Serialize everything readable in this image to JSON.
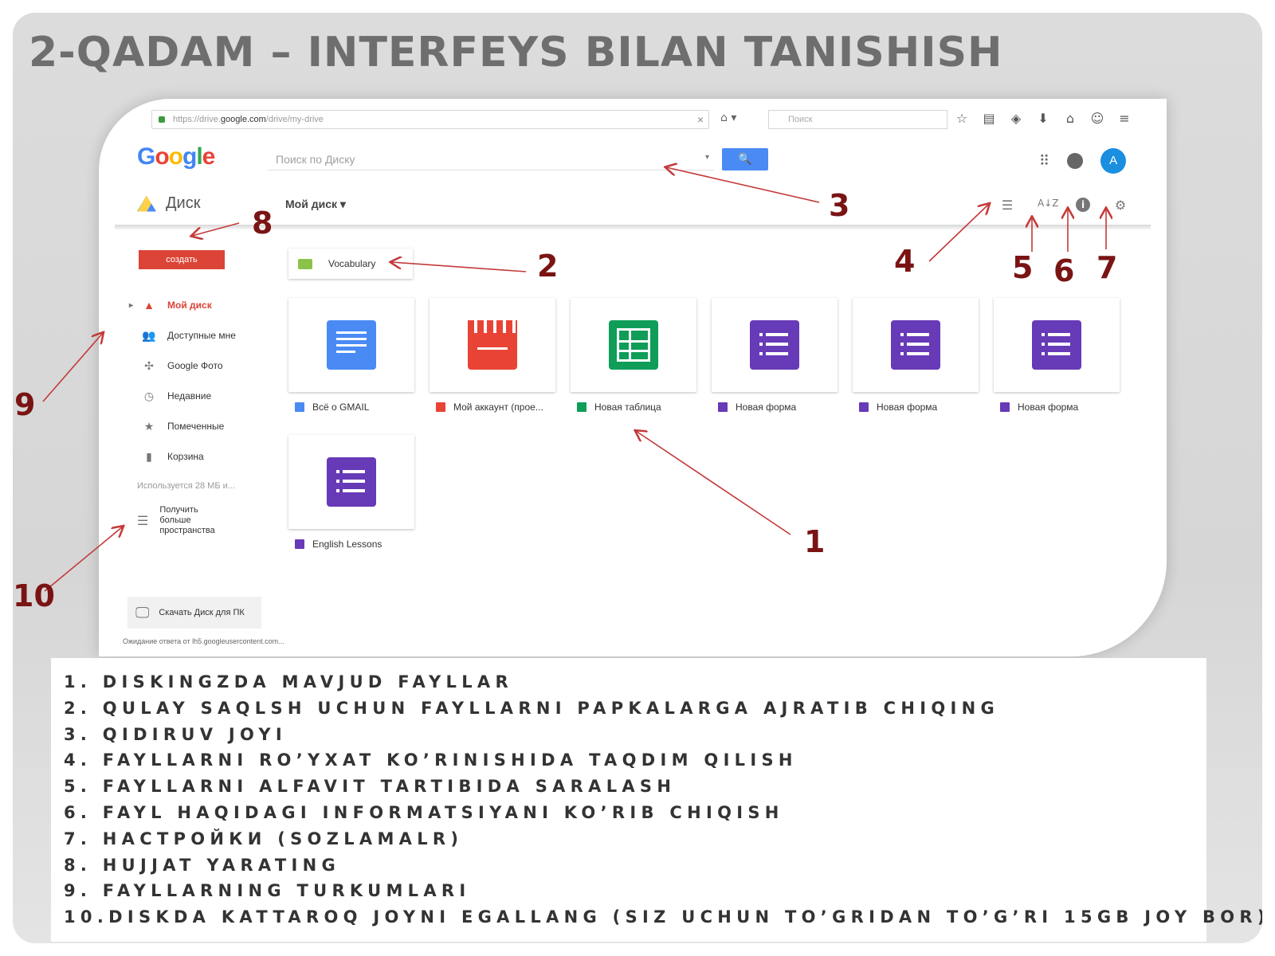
{
  "slide_title": "2-QADAM – INTERFEYS BILAN TANISHISH",
  "browser": {
    "url_prefix": "https://drive.",
    "url_domain": "google.com",
    "url_path": "/drive/my-drive",
    "close_glyph": "×",
    "search_placeholder": "Поиск"
  },
  "google": {
    "logo_letters": [
      {
        "ch": "G",
        "color": "#4285f4"
      },
      {
        "ch": "o",
        "color": "#ea4335"
      },
      {
        "ch": "o",
        "color": "#fbbc05"
      },
      {
        "ch": "g",
        "color": "#4285f4"
      },
      {
        "ch": "l",
        "color": "#34a853"
      },
      {
        "ch": "e",
        "color": "#ea4335"
      }
    ],
    "search_placeholder": "Поиск по Диску",
    "avatar_letter": "A"
  },
  "drive": {
    "name": "Диск",
    "my_drive_menu": "Мой диск ▾",
    "create_button": "СОЗДАТЬ",
    "sidebar": [
      {
        "label": "Мой диск",
        "icon": "drive-icon",
        "glyph": "▲",
        "active": true
      },
      {
        "label": "Доступные мне",
        "icon": "people-icon",
        "glyph": "👥",
        "active": false
      },
      {
        "label": "Google Фото",
        "icon": "photos-icon",
        "glyph": "✣",
        "active": false
      },
      {
        "label": "Недавние",
        "icon": "clock-icon",
        "glyph": "◷",
        "active": false
      },
      {
        "label": "Помеченные",
        "icon": "star-icon",
        "glyph": "★",
        "active": false
      },
      {
        "label": "Корзина",
        "icon": "trash-icon",
        "glyph": "▮",
        "active": false
      }
    ],
    "storage_text": "Используется 28 МБ и...",
    "more_space_text": "Получить больше пространства",
    "download_text": "Скачать Диск для ПК",
    "status_text": "Ожидание ответа от lh5.googleusercontent.com...",
    "folder_name": "Vocabulary",
    "files": [
      {
        "name": "Всё о GMAIL",
        "type": "docs"
      },
      {
        "name": "Мой аккаунт (прое...",
        "type": "slides"
      },
      {
        "name": "Новая таблица",
        "type": "sheets"
      },
      {
        "name": "Новая форма",
        "type": "forms"
      },
      {
        "name": "Новая форма",
        "type": "forms"
      },
      {
        "name": "Новая форма",
        "type": "forms"
      },
      {
        "name": "English Lessons",
        "type": "forms"
      }
    ],
    "type_colors": {
      "docs": "#4a8af4",
      "slides": "#e84335",
      "sheets": "#0f9d58",
      "forms": "#673ab7"
    }
  },
  "callouts": [
    "1",
    "2",
    "3",
    "4",
    "5",
    "6",
    "7",
    "8",
    "9",
    "10"
  ],
  "legend": [
    "1. DISKINGZDA MAVJUD FAYLLAR",
    "2. QULAY SAQLSH UCHUN FAYLLARNI PAPKALARGA AJRATIB CHIQING",
    "3. QIDIRUV JOYI",
    "4. FAYLLARNI RO’YXAT KO’RINISHIDA TAQDIM QILISH",
    "5. FAYLLARNI ALFAVIT TARTIBIDA SARALASH",
    "6. FAYL HAQIDAGI INFORMATSIYANI KO’RIB CHIQISH",
    "7. НАСТРОЙКИ (SOZLAMALR)",
    "8. HUJJAT YARATING",
    "9. FAYLLARNING TURKUMLARI",
    "10.DISKDA KATTAROQ JOYNI EGALLANG (SIZ UCHUN TO’GRIDAN TO’G’RI 15GB JOY BOR)"
  ],
  "accent_color": "#7a1414"
}
